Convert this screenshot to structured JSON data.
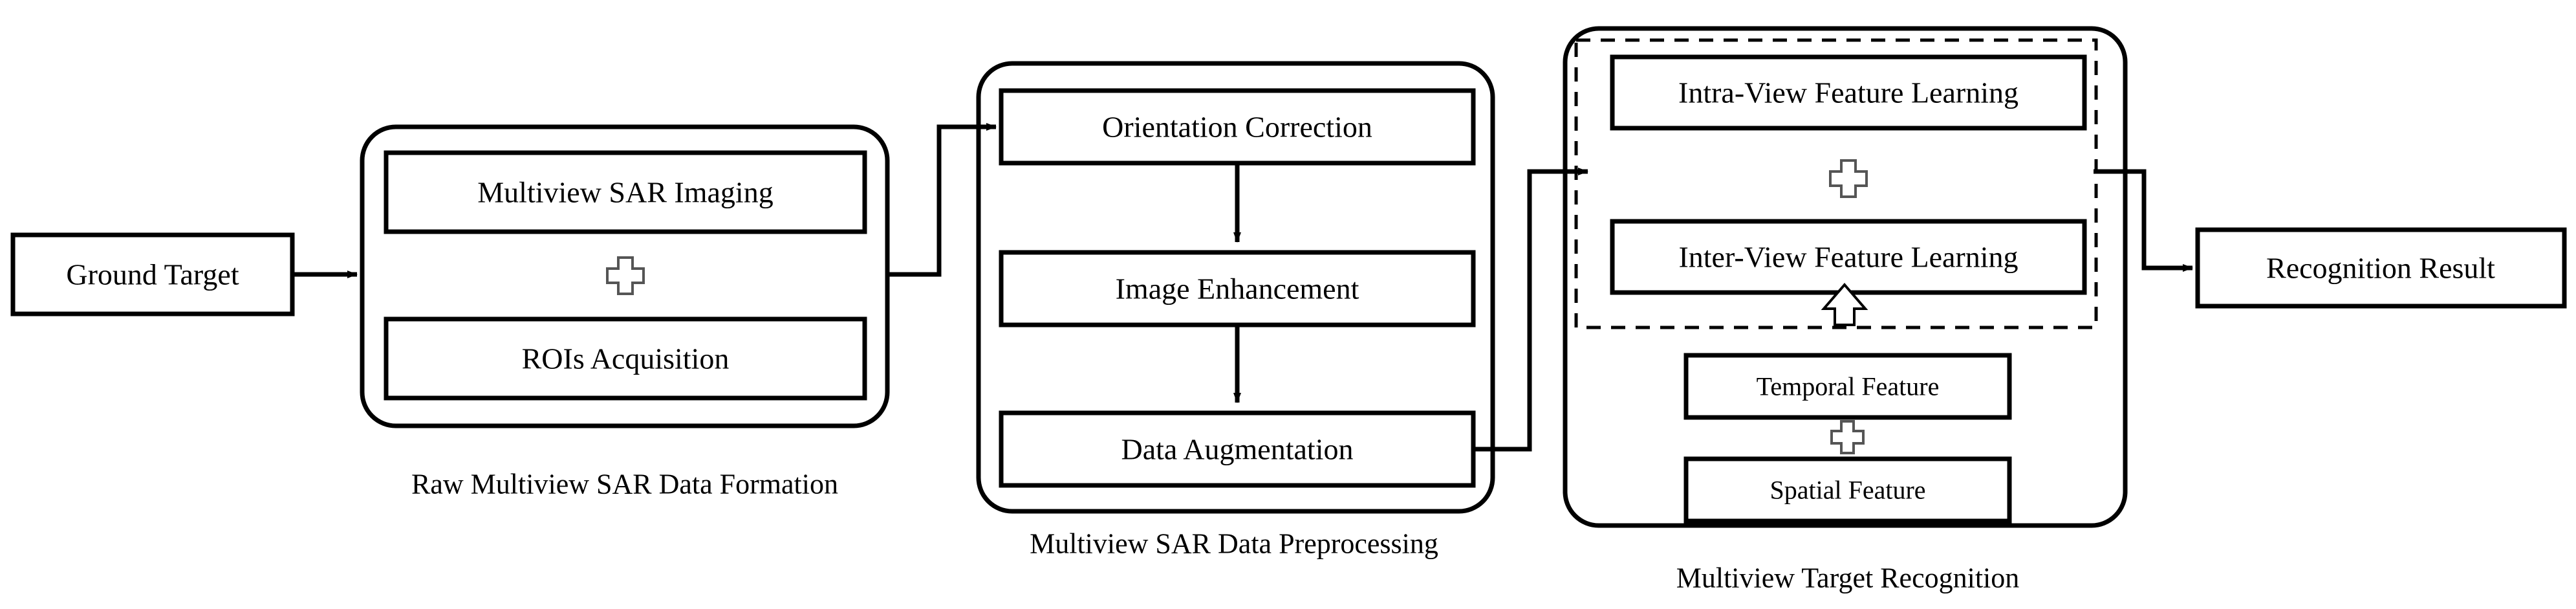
{
  "diagram": {
    "title": "Multiview SAR Target Recognition Pipeline",
    "type": "flowchart",
    "colors": {
      "stroke": "#000000",
      "fill": "#ffffff",
      "background": "#ffffff"
    },
    "nodes": {
      "ground_target": "Ground Target",
      "multiview_sar_imaging": "Multiview SAR Imaging",
      "rois_acquisition": "ROIs Acquisition",
      "orientation_correction": "Orientation Correction",
      "image_enhancement": "Image Enhancement",
      "data_augmentation": "Data Augmentation",
      "intra_view_feature_learning": "Intra-View Feature Learning",
      "inter_view_feature_learning": "Inter-View Feature Learning",
      "temporal_feature": "Temporal Feature",
      "spatial_feature": "Spatial Feature",
      "recognition_result": "Recognition Result"
    },
    "captions": {
      "stage1": "Raw Multiview SAR Data Formation",
      "stage2": "Multiview SAR Data Preprocessing",
      "stage3": "Multiview Target Recognition"
    },
    "operators": {
      "plus_1": "+",
      "plus_2": "+",
      "plus_3": "+"
    },
    "flow": [
      {
        "from": "ground_target",
        "to": "multiview_sar_imaging",
        "style": "solid-arrow"
      },
      {
        "from": "rois_acquisition",
        "to": "orientation_correction",
        "style": "solid-arrow"
      },
      {
        "from": "orientation_correction",
        "to": "image_enhancement",
        "style": "solid-arrow"
      },
      {
        "from": "image_enhancement",
        "to": "data_augmentation",
        "style": "solid-arrow"
      },
      {
        "from": "data_augmentation",
        "to": "intra_view_feature_learning",
        "style": "solid-arrow"
      },
      {
        "from": "spatial_temporal_features",
        "to": "inter_view_feature_learning",
        "style": "hollow-arrow"
      },
      {
        "from": "inter_view_feature_learning",
        "to": "recognition_result",
        "style": "solid-arrow"
      }
    ]
  }
}
